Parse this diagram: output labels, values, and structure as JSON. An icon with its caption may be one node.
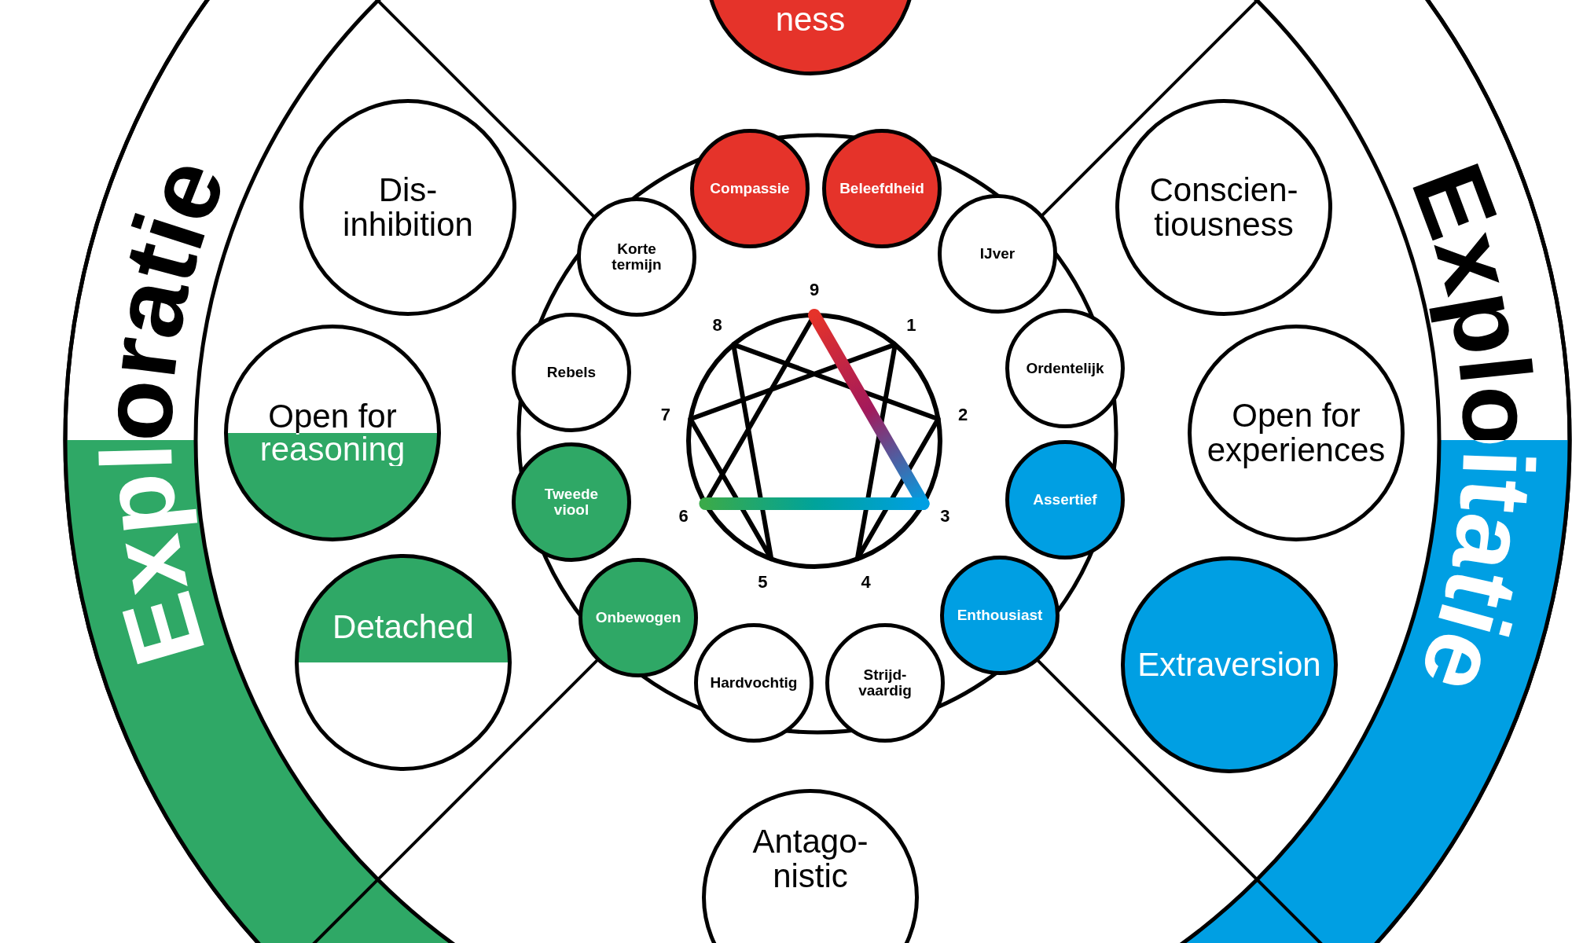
{
  "diagram": {
    "nodes": [
      {
        "text": [
          "ness"
        ]
      },
      {
        "text": [
          "Dis- inhibition"
        ]
      },
      {
        "text": [
          "Compassie"
        ]
      },
      {
        "text": [
          "Beleefdheid"
        ]
      },
      {
        "text": [
          "Conscien- tiousness"
        ]
      },
      {
        "text": [
          "Korte termijn"
        ]
      },
      {
        "text": [
          "IJver"
        ]
      },
      {
        "text": [
          "Rebels"
        ]
      },
      {
        "text": [
          "Ordentelijk"
        ]
      },
      {
        "text": [
          "Open for reasoning"
        ]
      },
      {
        "text": [
          "Open for experiences"
        ]
      },
      {
        "text": [
          "Tweede viool"
        ]
      },
      {
        "text": [
          "Assertief"
        ]
      },
      {
        "text": [
          "Onbewogen"
        ]
      },
      {
        "text": [
          "Enthousiast"
        ]
      },
      {
        "text": [
          "Detached"
        ]
      },
      {
        "text": [
          "Extraversion"
        ]
      },
      {
        "text": [
          "Hardvochtig"
        ]
      },
      {
        "text": [
          "Strijd- vaardig"
        ]
      },
      {
        "text": [
          "Antago- nistic"
        ]
      }
    ],
    "labels": [
      "Exploratie",
      "Exploitatie",
      "9",
      "8",
      "1",
      "7",
      "2",
      "6",
      "3",
      "5",
      "4"
    ]
  }
}
